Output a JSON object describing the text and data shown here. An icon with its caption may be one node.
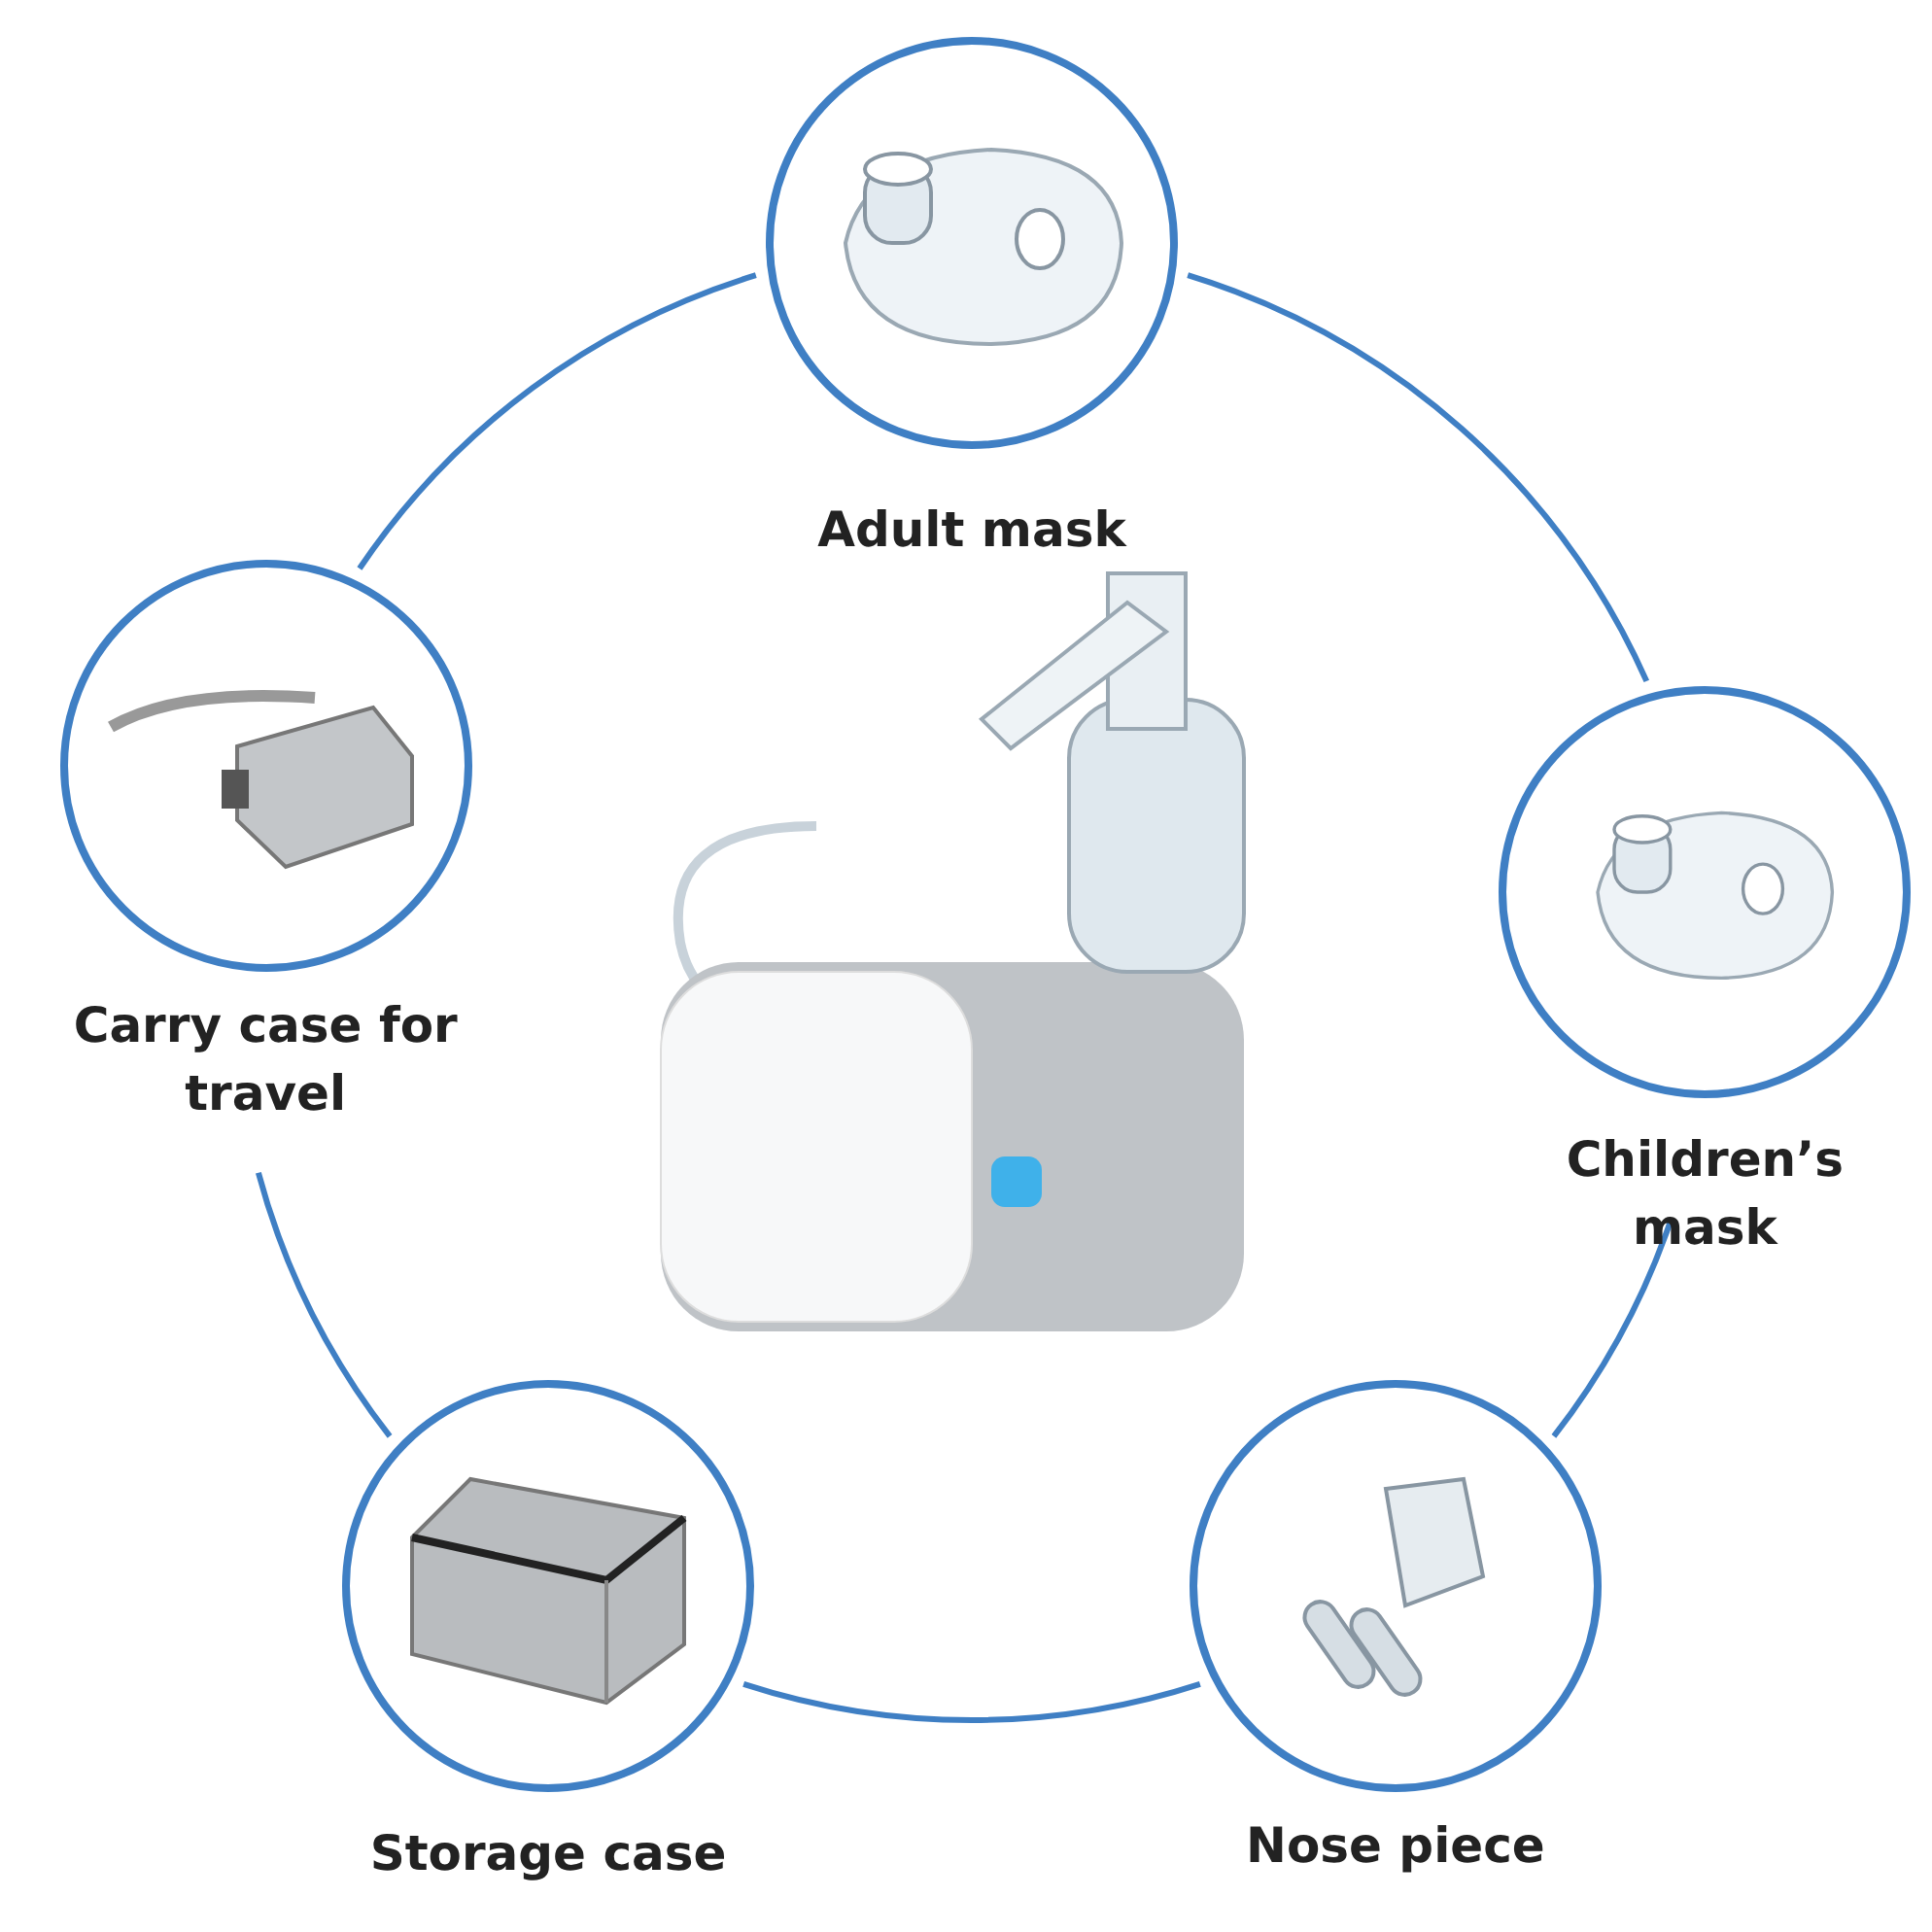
{
  "diagram": {
    "nodes": [
      {
        "text": [
          "Adult mask"
        ]
      },
      {
        "text": [
          "Children’s mask"
        ]
      },
      {
        "text": [
          "Nose piece"
        ]
      },
      {
        "text": [
          "Storage case"
        ]
      },
      {
        "text": [
          "Carry case for travel"
        ]
      }
    ],
    "edges": [
      {
        "from": 0,
        "to": 1,
        "arrow": "none"
      },
      {
        "from": 1,
        "to": 2,
        "arrow": "none"
      },
      {
        "from": 2,
        "to": 3,
        "arrow": "none"
      },
      {
        "from": 3,
        "to": 4,
        "arrow": "none"
      },
      {
        "from": 4,
        "to": 0,
        "arrow": "none"
      }
    ]
  }
}
